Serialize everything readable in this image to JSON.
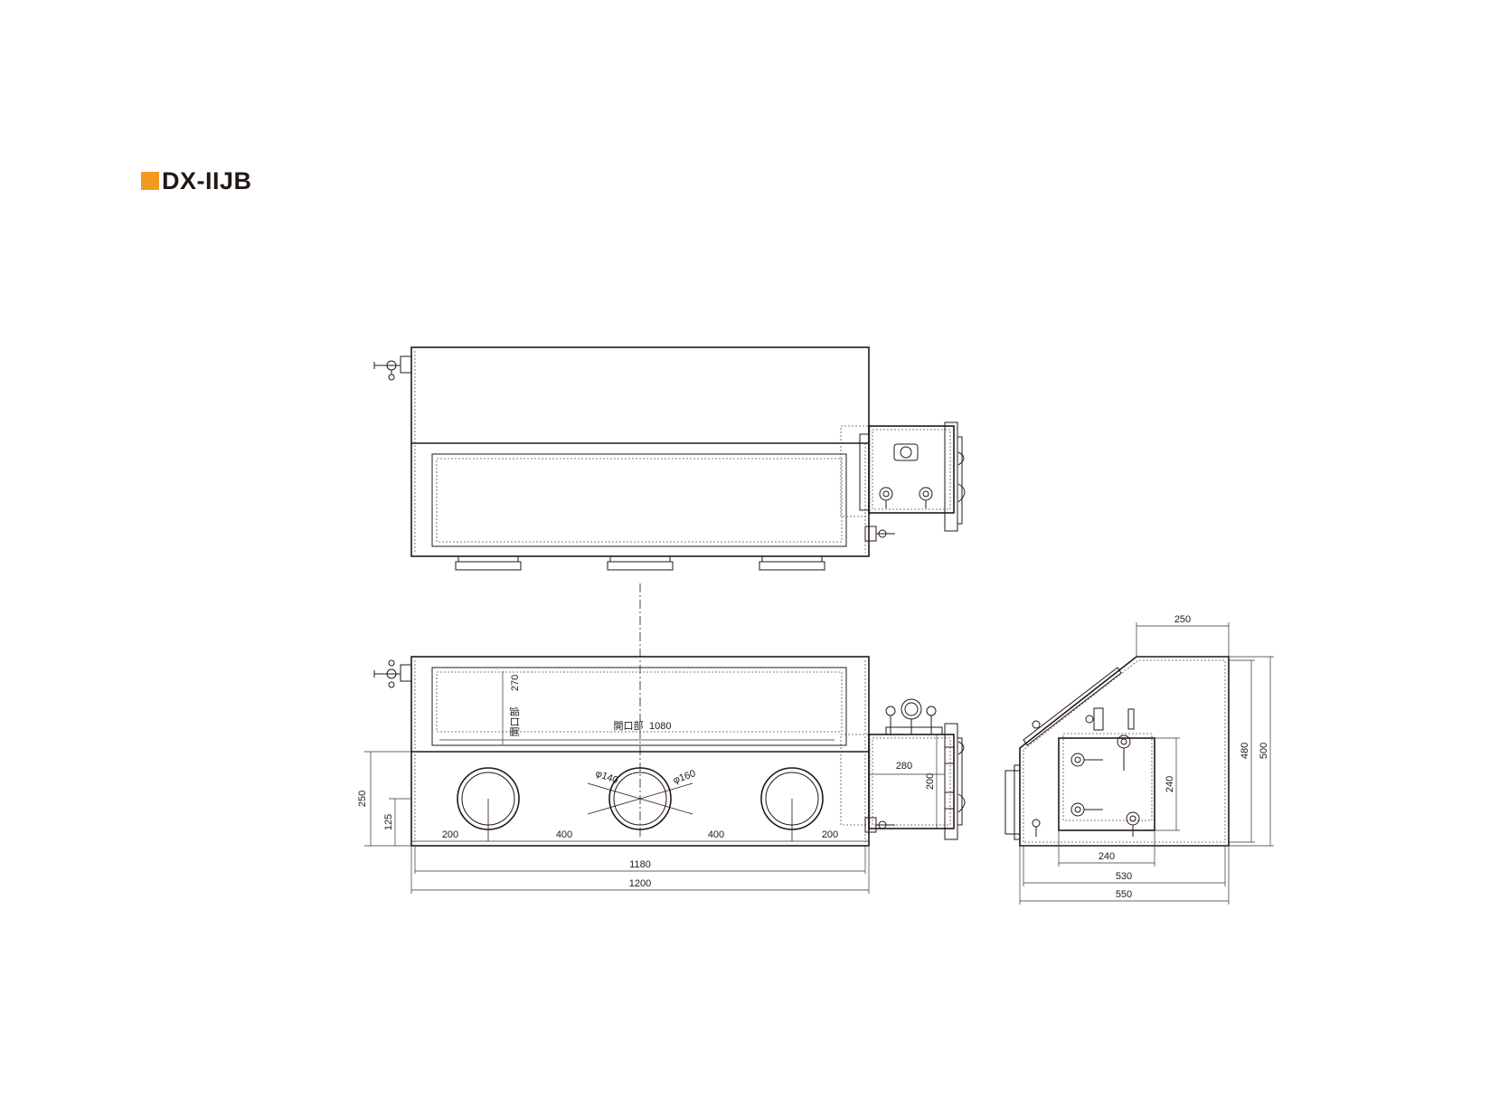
{
  "header": {
    "model": "DX-IIJB",
    "accent_color": "#f29a1f"
  },
  "front_view": {
    "opening_label": "開口部",
    "opening_width": "1080",
    "opening_height": "270",
    "port_inner_diameter": "φ140",
    "port_outer_diameter": "φ160",
    "dim_250": "250",
    "dim_125": "125",
    "spacing_left": "200",
    "spacing_mid1": "400",
    "spacing_mid2": "400",
    "spacing_right": "200",
    "inner_width": "1180",
    "overall_width": "1200",
    "antechamber_depth": "280",
    "antechamber_height": "200"
  },
  "side_view": {
    "top_depth": "250",
    "height_inner": "480",
    "height_overall": "500",
    "door_height": "240",
    "door_width": "240",
    "depth_inner": "530",
    "depth_overall": "550"
  }
}
